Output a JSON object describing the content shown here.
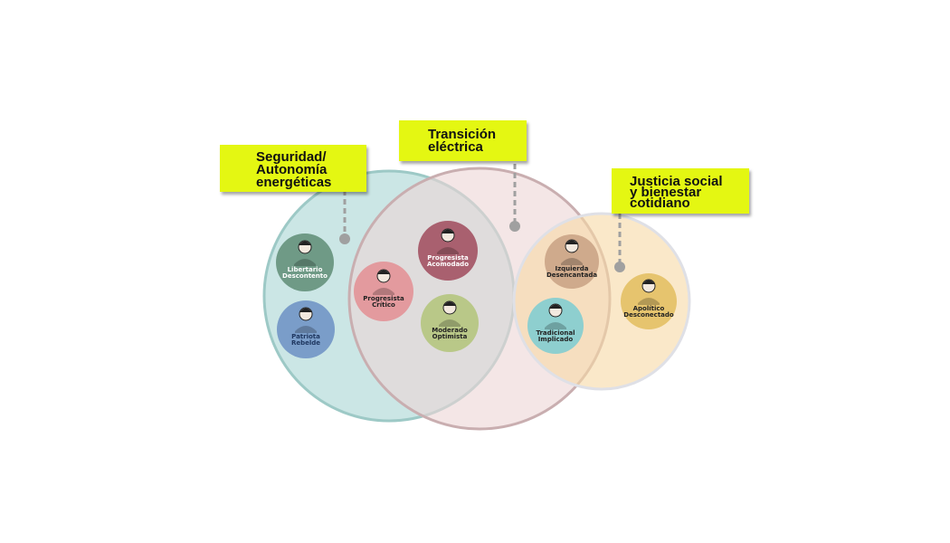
{
  "themes": [
    {
      "lines": [
        "Seguridad/",
        "Autonomía",
        "energéticas"
      ],
      "color": "#a8d5d4"
    },
    {
      "lines": [
        "Transición",
        "eléctrica"
      ],
      "color": "#efd9d9"
    },
    {
      "lines": [
        "Justicia social",
        "y bienestar",
        "cotidiano"
      ],
      "color": "#f7dfb5"
    }
  ],
  "personas": [
    {
      "lines": [
        "Libertario",
        "Descontento"
      ],
      "color": "#6f9a86",
      "text": "#ffffff"
    },
    {
      "lines": [
        "Patriota",
        "Rebelde"
      ],
      "color": "#7a9dc9",
      "text": "#1f3760"
    },
    {
      "lines": [
        "Progresista",
        "Crítico"
      ],
      "color": "#e39a9e",
      "text": "#222222"
    },
    {
      "lines": [
        "Progresista",
        "Acomodado"
      ],
      "color": "#a9606f",
      "text": "#ffffff"
    },
    {
      "lines": [
        "Moderado",
        "Optimista"
      ],
      "color": "#b9c888",
      "text": "#222222"
    },
    {
      "lines": [
        "Izquierda",
        "Desencantada"
      ],
      "color": "#cfaa8c",
      "text": "#222222"
    },
    {
      "lines": [
        "Tradicional",
        "Implicado"
      ],
      "color": "#8ecfcf",
      "text": "#222222"
    },
    {
      "lines": [
        "Apolítico",
        "Desconectado"
      ],
      "color": "#e6c46e",
      "text": "#222222"
    }
  ],
  "accent": "#e4f712"
}
